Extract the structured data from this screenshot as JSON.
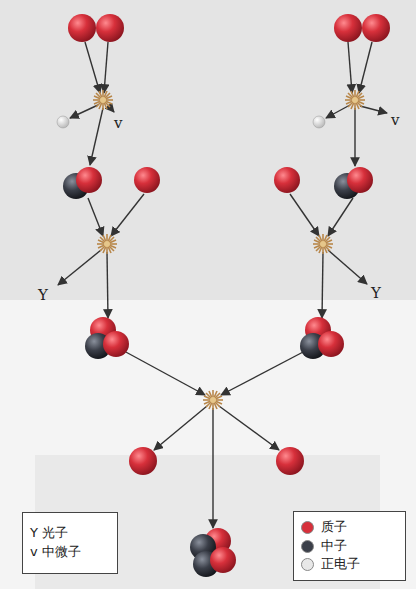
{
  "diagram": {
    "labels": [
      "v",
      "v",
      "Y",
      "Y"
    ],
    "legend": [
      {
        "text": "Y 光子"
      },
      {
        "text": "v 中微子"
      },
      {
        "text": "质子",
        "color": "#d7303b"
      },
      {
        "text": "中子",
        "color": "#3b3f49"
      },
      {
        "text": "正电子",
        "color": "#e8e8e8"
      }
    ]
  }
}
